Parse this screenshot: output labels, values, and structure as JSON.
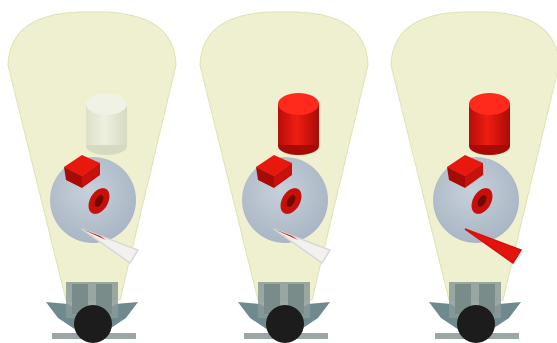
{
  "colors": {
    "background": "#ffffff",
    "view_cone": "#eef0cf",
    "view_cone_edge": "#dfe2b4",
    "sphere": "#a9b6c8",
    "object_red": "#e3140c",
    "object_red_dark": "#a70d0a",
    "ghost_object": "#e6e9d3",
    "robot_dark": "#1c1c1c",
    "robot_gray": "#6f8a8f",
    "robot_panel": "#8a9a98"
  },
  "panels": [
    {
      "id": "panel-1",
      "cylinder_state": "ghost",
      "wedge_state": "outline"
    },
    {
      "id": "panel-2",
      "cylinder_state": "solid",
      "wedge_state": "outline"
    },
    {
      "id": "panel-3",
      "cylinder_state": "solid",
      "wedge_state": "solid"
    }
  ],
  "icons": {
    "robot": "robot-head-icon",
    "cylinder": "cylinder-icon",
    "cube": "cube-icon",
    "torus": "torus-icon",
    "wedge": "cone-wedge-icon"
  }
}
